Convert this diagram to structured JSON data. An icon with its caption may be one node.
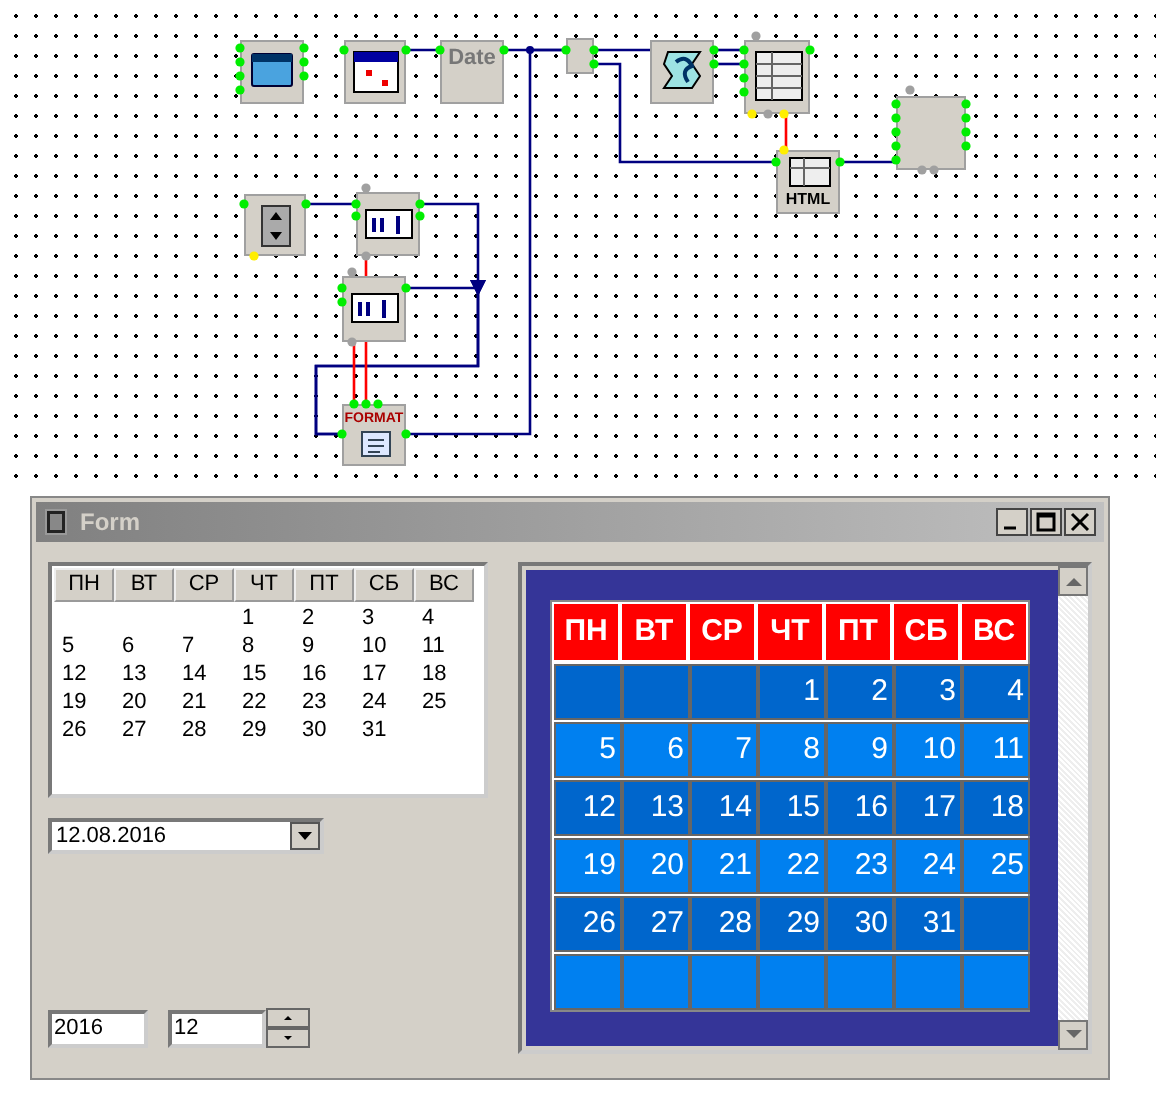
{
  "diagram": {
    "nodes": [
      {
        "text": [],
        "shape": "picture"
      },
      {
        "text": [],
        "shape": "picture"
      },
      {
        "text": [
          "Date"
        ]
      },
      {
        "text": [],
        "shape": "box"
      },
      {
        "text": [],
        "shape": "picture"
      },
      {
        "text": [],
        "shape": "picture"
      },
      {
        "text": [
          "HTML"
        ]
      },
      {
        "text": [],
        "shape": "box"
      },
      {
        "text": [],
        "shape": "picture"
      },
      {
        "text": [],
        "shape": "picture"
      },
      {
        "text": [],
        "shape": "picture"
      },
      {
        "text": [
          "FORMAT"
        ]
      }
    ],
    "edges": [
      {
        "from": 1,
        "to": 2,
        "arrow": "none"
      },
      {
        "from": 2,
        "to": 3,
        "arrow": "none"
      },
      {
        "from": 11,
        "to": 3,
        "arrow": "none"
      },
      {
        "from": 3,
        "to": 4,
        "arrow": "none"
      },
      {
        "from": 3,
        "to": 6,
        "arrow": "none"
      },
      {
        "from": 4,
        "to": 5,
        "arrow": "none"
      },
      {
        "from": 4,
        "to": 5,
        "arrow": "none"
      },
      {
        "from": 5,
        "to": 6,
        "arrow": "none",
        "color": "#ff0000"
      },
      {
        "from": 6,
        "to": 7,
        "arrow": "none"
      },
      {
        "from": 8,
        "to": 9,
        "arrow": "none"
      },
      {
        "from": 9,
        "to": 11,
        "arrow": "to"
      },
      {
        "from": 9,
        "to": 10,
        "arrow": "none",
        "color": "#ff0000"
      },
      {
        "from": 10,
        "to": 11,
        "arrow": "to"
      },
      {
        "from": 10,
        "to": 11,
        "arrow": "none",
        "color": "#ff0000"
      },
      {
        "from": 10,
        "to": 11,
        "arrow": "none",
        "color": "#ff0000"
      }
    ],
    "labels": [
      "Form",
      "ПН",
      "ВТ",
      "СР",
      "ЧТ",
      "ПТ",
      "СБ",
      "ВС",
      "1",
      "2",
      "3",
      "4",
      "5",
      "6",
      "7",
      "8",
      "9",
      "10",
      "11",
      "12",
      "13",
      "14",
      "15",
      "16",
      "17",
      "18",
      "19",
      "20",
      "21",
      "22",
      "23",
      "24",
      "25",
      "26",
      "27",
      "28",
      "29",
      "30",
      "31",
      "ПН",
      "ВТ",
      "СР",
      "ЧТ",
      "ПТ",
      "СБ",
      "ВС",
      "1",
      "2",
      "3",
      "4",
      "5",
      "6",
      "7",
      "8",
      "9",
      "10",
      "11",
      "12",
      "13",
      "14",
      "15",
      "16",
      "17",
      "18",
      "19",
      "20",
      "21",
      "22",
      "23",
      "24",
      "25",
      "26",
      "27",
      "28",
      "29",
      "30",
      "31",
      "12.08.2016",
      "2016",
      "12"
    ]
  }
}
